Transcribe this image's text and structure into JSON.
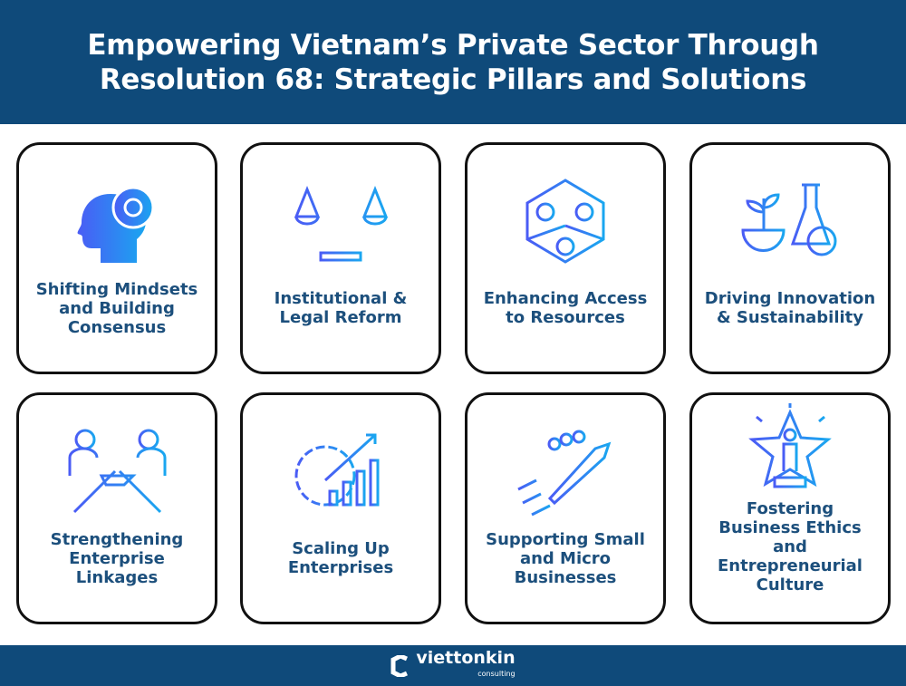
{
  "header": {
    "title": "Empowering Vietnam’s Private Sector Through Resolution 68: Strategic Pillars and Solutions"
  },
  "pillars": [
    {
      "label": "Shifting Mindsets and Building Consensus",
      "icon": "head-gear-icon"
    },
    {
      "label": "Institutional & Legal Reform",
      "icon": "scales-icon"
    },
    {
      "label": "Enhancing Access to Resources",
      "icon": "puzzle-resources-icon"
    },
    {
      "label": "Driving Innovation & Sustainability",
      "icon": "plant-flask-icon"
    },
    {
      "label": "Strengthening Enterprise Linkages",
      "icon": "handshake-icon"
    },
    {
      "label": "Scaling Up Enterprises",
      "icon": "gear-growth-chart-icon"
    },
    {
      "label": "Supporting Small and Micro Businesses",
      "icon": "rocket-team-icon"
    },
    {
      "label": "Fostering Business Ethics and Entrepreneurial Culture",
      "icon": "star-person-icon"
    }
  ],
  "footer": {
    "brand": "viettonkin",
    "sub": "consulting"
  },
  "colors": {
    "navy": "#0f4a7a",
    "text": "#1c4f7c",
    "gradient_start": "#4a5cf5",
    "gradient_end": "#1aa6f0"
  }
}
